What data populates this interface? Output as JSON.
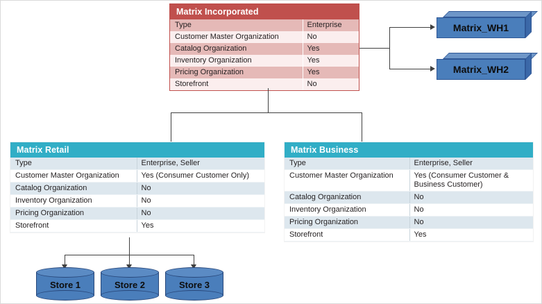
{
  "diagram": {
    "title": "Matrix Incorporated organization hierarchy",
    "colors": {
      "root_header": "#C0504D",
      "root_row_alt": "#E5B9B7",
      "child_header": "#31AEC6",
      "child_row_alt": "#DDE7EE",
      "shape_fill": "#4A7EBB",
      "shape_outline": "#2F5796",
      "connector": "#404040"
    }
  },
  "root": {
    "name": "root-organization-card",
    "header": "Matrix Incorporated",
    "rows": [
      {
        "key": "Type",
        "value": "Enterprise"
      },
      {
        "key": "Customer Master Organization",
        "value": "No"
      },
      {
        "key": "Catalog Organization",
        "value": "Yes"
      },
      {
        "key": "Inventory Organization",
        "value": "Yes"
      },
      {
        "key": "Pricing Organization",
        "value": "Yes"
      },
      {
        "key": "Storefront",
        "value": "No"
      }
    ]
  },
  "warehouses": [
    {
      "label": "Matrix_WH1"
    },
    {
      "label": "Matrix_WH2"
    }
  ],
  "retail": {
    "name": "retail-organization-card",
    "header": "Matrix Retail",
    "rows": [
      {
        "key": "Type",
        "value": "Enterprise, Seller"
      },
      {
        "key": "Customer Master Organization",
        "value": "Yes (Consumer Customer Only)"
      },
      {
        "key": "Catalog Organization",
        "value": "No"
      },
      {
        "key": "Inventory Organization",
        "value": "No"
      },
      {
        "key": "Pricing Organization",
        "value": "No"
      },
      {
        "key": "Storefront",
        "value": "Yes"
      }
    ]
  },
  "business": {
    "name": "business-organization-card",
    "header": "Matrix Business",
    "rows": [
      {
        "key": "Type",
        "value": "Enterprise, Seller"
      },
      {
        "key": "Customer Master Organization",
        "value": "Yes (Consumer Customer & Business Customer)"
      },
      {
        "key": "Catalog Organization",
        "value": "No"
      },
      {
        "key": "Inventory Organization",
        "value": "No"
      },
      {
        "key": "Pricing Organization",
        "value": "No"
      },
      {
        "key": "Storefront",
        "value": "Yes"
      }
    ]
  },
  "stores": [
    {
      "label": "Store 1"
    },
    {
      "label": "Store 2"
    },
    {
      "label": "Store 3"
    }
  ]
}
